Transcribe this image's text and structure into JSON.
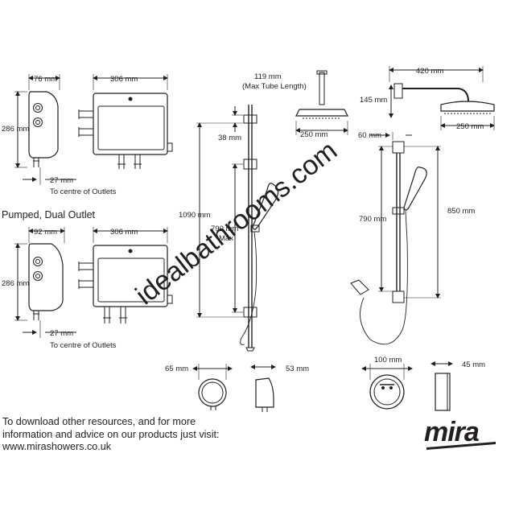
{
  "section_title": "Pumped, Dual Outlet",
  "brand": "mira",
  "watermark": "idealbathrooms.com",
  "dimensions": {
    "top_pump_depth": "76 mm",
    "top_box_width": "306 mm",
    "top_pump_height": "286 mm",
    "top_outlet_offset": "27 mm",
    "top_outlet_note": "To centre of Outlets",
    "bottom_pump_depth": "92 mm",
    "bottom_box_width": "306 mm",
    "bottom_pump_height": "286 mm",
    "bottom_outlet_offset": "27 mm",
    "bottom_outlet_note": "To centre of Outlets",
    "tube_length": "119 mm",
    "tube_length_note": "(Max Tube Length)",
    "overhead_head_width": "250 mm",
    "riser_bracket_offset": "38 mm",
    "riser_total_height": "1090 mm",
    "riser_spacing": "790 mm",
    "riser_spacing_note": "Max",
    "wall_arm_length": "420 mm",
    "wall_arm_drop": "145 mm",
    "wall_head_width": "250 mm",
    "bracket_offset": "60 mm",
    "right_riser_spacing": "790 mm",
    "right_riser_height": "850 mm",
    "outlet_diameter": "65 mm",
    "outlet_depth": "53 mm",
    "controller_diameter": "100 mm",
    "controller_depth": "45 mm"
  },
  "footer": {
    "line1": "To download other resources, and for more",
    "line2": "information and advice on our products just visit:",
    "url": "www.mirashowers.co.uk"
  }
}
